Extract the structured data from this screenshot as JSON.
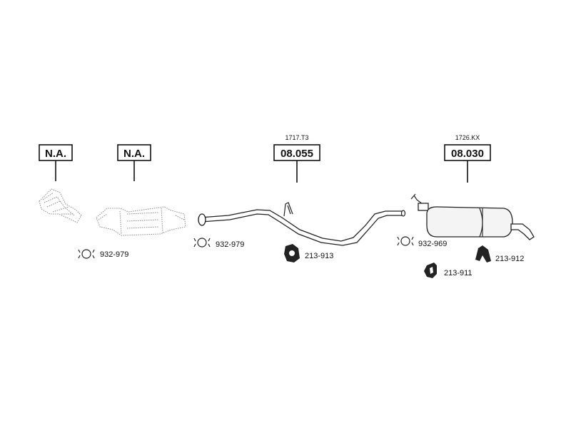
{
  "callouts": [
    {
      "id": "na1",
      "part": "N.A.",
      "ref": ""
    },
    {
      "id": "na2",
      "part": "N.A.",
      "ref": ""
    },
    {
      "id": "mid",
      "part": "08.055",
      "ref": "1717.T3"
    },
    {
      "id": "rear",
      "part": "08.030",
      "ref": "1726.KX"
    }
  ],
  "accessories": [
    {
      "id": "clamp1",
      "code": "932-979",
      "icon": "clamp-icon"
    },
    {
      "id": "clamp2",
      "code": "932-979",
      "icon": "clamp-icon"
    },
    {
      "id": "hanger1",
      "code": "213-913",
      "icon": "rubber-hanger-icon"
    },
    {
      "id": "clamp3",
      "code": "932-969",
      "icon": "clamp-icon"
    },
    {
      "id": "bracket1",
      "code": "213-911",
      "icon": "bracket-icon"
    },
    {
      "id": "bracket2",
      "code": "213-912",
      "icon": "bracket-icon"
    }
  ]
}
